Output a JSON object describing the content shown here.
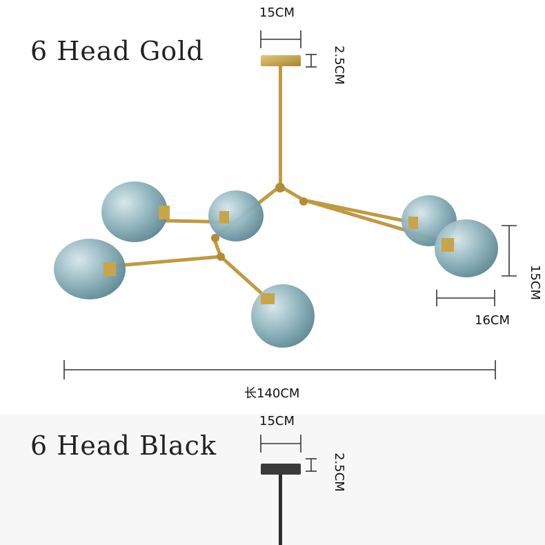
{
  "gold": {
    "title": "6 Head Gold",
    "canopy_width": "15CM",
    "canopy_height": "2.5CM",
    "globe_height": "15CM",
    "globe_width": "16CM",
    "overall_length": "长140CM",
    "finish_color": "#c9a449"
  },
  "black": {
    "title": "6 Head Black",
    "canopy_width": "15CM",
    "canopy_height": "2.5CM",
    "finish_color": "#3a3a3a"
  },
  "glass_color": "#8fb3bd"
}
